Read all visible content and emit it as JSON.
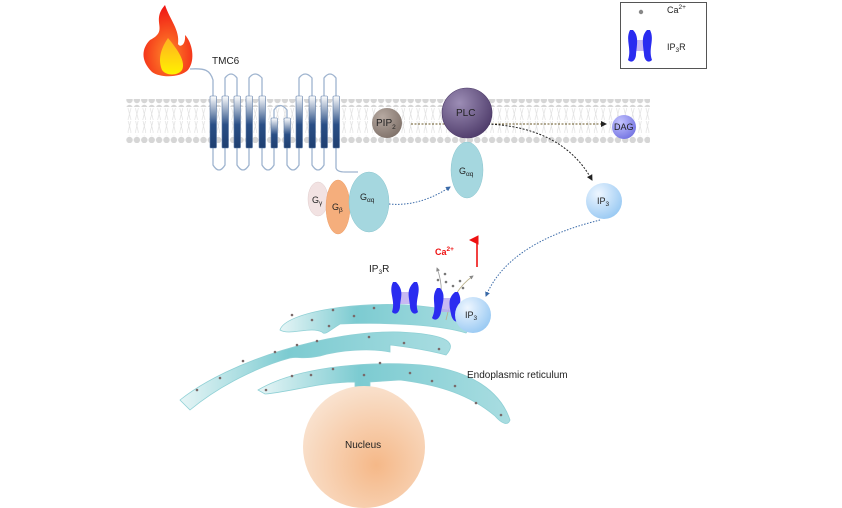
{
  "labels": {
    "tmc6": "TMC6",
    "pip2": "PIP",
    "pip2_sub": "2",
    "plc": "PLC",
    "dag": "DAG",
    "g": "G",
    "gamma": "γ",
    "beta": "β",
    "alpha_q": "αq",
    "ip3": "IP",
    "ip3_sub": "3",
    "ip3r": "IP",
    "ip3r_sub": "3",
    "ip3r_r": "R",
    "ca": "Ca",
    "ca_sup": "2+",
    "er": "Endoplasmic reticulum",
    "nucleus": "Nucleus"
  },
  "legend": {
    "ca": "Ca",
    "ca_sup": "2+",
    "ip3r": "IP",
    "ip3r_sub": "3",
    "ip3r_r": "R"
  },
  "colors": {
    "membrane": "#d4d4d4",
    "helix": "#2a4f86",
    "plc": "#5e4a7a",
    "galpha": "#9fd3dc",
    "gbeta": "#f2a874",
    "er": "#7ccbd1",
    "ip3r": "#2a2cf0",
    "ca_label": "#ee1111",
    "nucleus": "#f5b98a"
  }
}
